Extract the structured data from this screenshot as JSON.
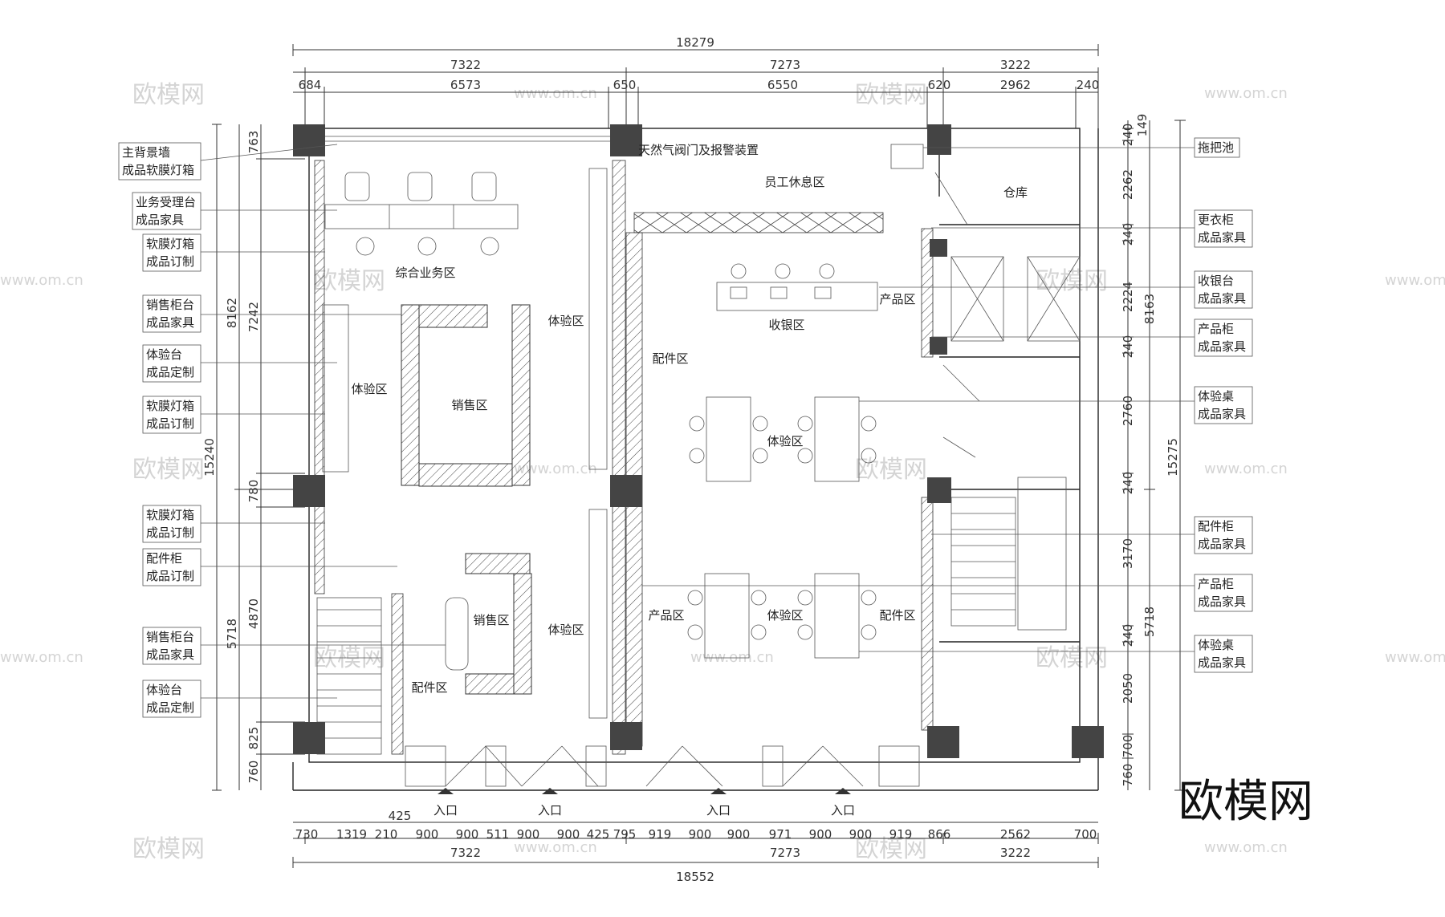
{
  "dims": {
    "top_total": "18279",
    "top_mid": [
      "7322",
      "7273",
      "3222"
    ],
    "top_inner": [
      "684",
      "6573",
      "650",
      "6550",
      "620",
      "2962",
      "240"
    ],
    "bottom_row": [
      "730",
      "1319",
      "210",
      "425",
      "900",
      "900",
      "511",
      "900",
      "900",
      "425",
      "795",
      "919",
      "900",
      "900",
      "971",
      "900",
      "900",
      "919",
      "866",
      "2562",
      "700"
    ],
    "bottom_mid": [
      "7322",
      "7273",
      "3222"
    ],
    "bottom_total": "18552",
    "left_outer": "15240",
    "left_mid": [
      "8162",
      "5718"
    ],
    "left_inner": [
      "763",
      "7242",
      "780",
      "4870",
      "825",
      "760"
    ],
    "right_inner": [
      "240",
      "149",
      "2262",
      "240",
      "2224",
      "240",
      "2760",
      "240",
      "3170",
      "240",
      "2050",
      "700",
      "760"
    ],
    "right_mid": [
      "8163",
      "5718"
    ],
    "right_outer": "15275"
  },
  "rooms": {
    "office": "综合业务区",
    "exp_left1": "体验区",
    "sales1": "销售区",
    "exp_strip1": "体验区",
    "exp_strip2": "体验区",
    "sales2": "销售区",
    "acc_left": "配件区",
    "staff": "员工休息区",
    "warehouse": "仓库",
    "gas": "天然气阀门及报警装置",
    "cashier": "收银区",
    "product_r": "产品区",
    "acc_mid": "配件区",
    "exp_mid1": "体验区",
    "product_l": "产品区",
    "exp_mid2": "体验区",
    "acc_right": "配件区",
    "entrances": [
      "入口",
      "入口",
      "入口",
      "入口"
    ]
  },
  "left_notes": [
    [
      "主背景墙",
      "成品软膜灯箱"
    ],
    [
      "业务受理台",
      "成品家具"
    ],
    [
      "软膜灯箱",
      "成品订制"
    ],
    [
      "销售柜台",
      "成品家具"
    ],
    [
      "体验台",
      "成品定制"
    ],
    [
      "软膜灯箱",
      "成品订制"
    ],
    [
      "软膜灯箱",
      "成品订制"
    ],
    [
      "配件柜",
      "成品订制"
    ],
    [
      "销售柜台",
      "成品家具"
    ],
    [
      "体验台",
      "成品定制"
    ]
  ],
  "right_notes": [
    [
      "拖把池"
    ],
    [
      "更衣柜",
      "成品家具"
    ],
    [
      "收银台",
      "成品家具"
    ],
    [
      "产品柜",
      "成品家具"
    ],
    [
      "体验桌",
      "成品家具"
    ],
    [
      "配件柜",
      "成品家具"
    ],
    [
      "产品柜",
      "成品家具"
    ],
    [
      "体验桌",
      "成品家具"
    ]
  ],
  "watermark": "欧模网",
  "watermark_url": "www.om.cn",
  "brand": "欧模网"
}
